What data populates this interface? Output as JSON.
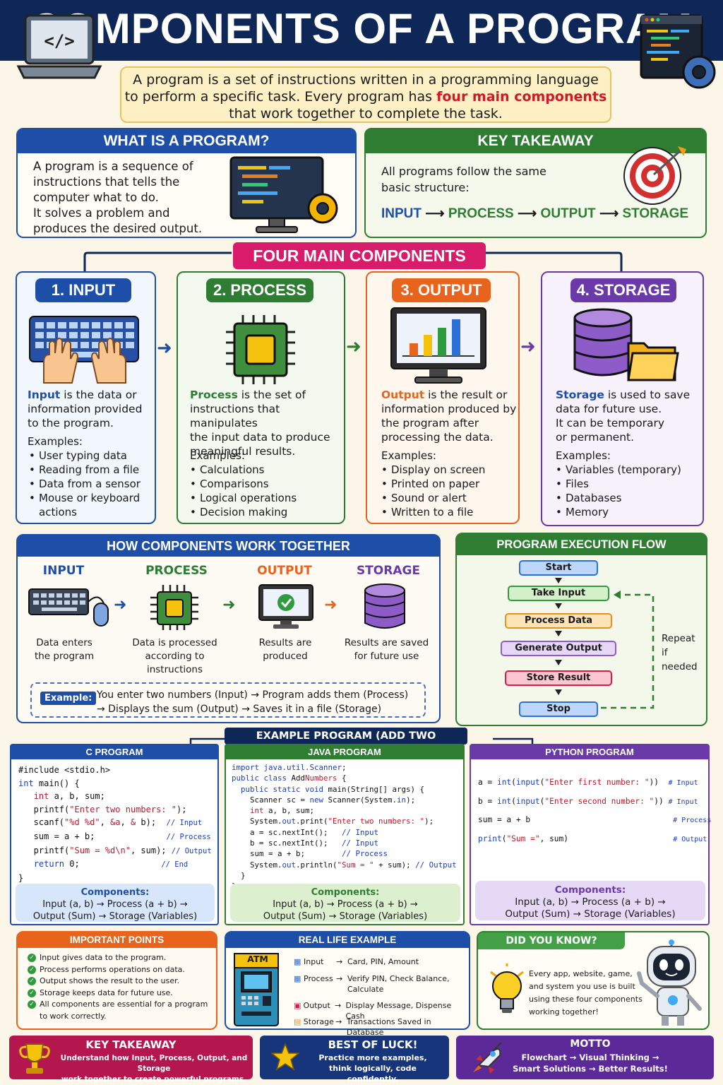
{
  "header": {
    "title": "COMPONENTS OF A PROGRAM"
  },
  "intro": {
    "line1": "A program is a set of instructions written in a programming language",
    "line2a": "to perform a specific task. Every program has ",
    "line2b": "four main components",
    "line3": "that work together to complete the task."
  },
  "what": {
    "title": "WHAT IS A PROGRAM?",
    "lines": [
      "A program is a sequence of",
      "instructions that tells the",
      "computer what to do.",
      "It solves a problem and",
      "produces the desired output."
    ]
  },
  "key1": {
    "title": "KEY TAKEAWAY",
    "lines": [
      "All programs follow the same",
      "basic structure:"
    ],
    "flow": [
      "INPUT",
      "PROCESS",
      "OUTPUT",
      "STORAGE"
    ]
  },
  "four": {
    "title": "FOUR MAIN COMPONENTS"
  },
  "cards": [
    {
      "title": "1. INPUT",
      "term": "Input",
      "desc": [
        " is the data or",
        "information provided",
        "to the program."
      ],
      "examples_label": "Examples:",
      "examples": [
        "User typing data",
        "Reading from a file",
        "Data from a sensor",
        "Mouse or keyboard actions"
      ]
    },
    {
      "title": "2. PROCESS",
      "term": "Process",
      "desc": [
        " is the set of",
        "instructions that manipulates",
        "the input data to produce",
        "meaningful results."
      ],
      "examples_label": "Examples:",
      "examples": [
        "Calculations",
        "Comparisons",
        "Logical operations",
        "Decision making"
      ]
    },
    {
      "title": "3. OUTPUT",
      "term": "Output",
      "desc": [
        " is the result or",
        "information produced by",
        "the program after",
        "processing the data."
      ],
      "examples_label": "Examples:",
      "examples": [
        "Display on screen",
        "Printed on paper",
        "Sound or alert",
        "Written to a file"
      ]
    },
    {
      "title": "4. STORAGE",
      "term": "Storage",
      "desc": [
        " is used to save",
        "data for future use.",
        "It can be temporary",
        "or permanent."
      ],
      "examples_label": "Examples:",
      "examples": [
        "Variables (temporary)",
        "Files",
        "Databases",
        "Memory"
      ]
    }
  ],
  "how": {
    "title": "HOW COMPONENTS WORK TOGETHER",
    "steps": [
      {
        "label": "INPUT",
        "caption": [
          "Data enters",
          "the program"
        ]
      },
      {
        "label": "PROCESS",
        "caption": [
          "Data is processed",
          "according to instructions"
        ]
      },
      {
        "label": "OUTPUT",
        "caption": [
          "Results are",
          "produced"
        ]
      },
      {
        "label": "STORAGE",
        "caption": [
          "Results are saved",
          "for future use"
        ]
      }
    ],
    "example_tag": "Example:",
    "example_line1": "You enter two numbers (Input) → Program adds them (Process)",
    "example_line2": "→ Displays the sum (Output) → Saves it in a file (Storage)"
  },
  "flow": {
    "title": "PROGRAM EXECUTION FLOW",
    "steps": [
      "Start",
      "Take Input",
      "Process Data",
      "Generate Output",
      "Store Result",
      "Stop"
    ],
    "repeat": [
      "Repeat",
      "if needed"
    ]
  },
  "example": {
    "title": "EXAMPLE PROGRAM (ADD TWO NUMBERS)",
    "c_title": "C PROGRAM",
    "java_title": "JAVA PROGRAM",
    "python_title": "PYTHON PROGRAM",
    "components_label": "Components:",
    "components_line1": "Input (a, b) → Process (a + b) →",
    "components_line2": "Output (Sum) → Storage (Variables)"
  },
  "points": {
    "title": "IMPORTANT POINTS",
    "items": [
      "Input gives data to the program.",
      "Process performs operations on data.",
      "Output shows the result to the user.",
      "Storage keeps data for future use.",
      "All components are essential for a  program to work correctly."
    ]
  },
  "real": {
    "title": "REAL LIFE EXAMPLE",
    "atm": "ATM",
    "rows": [
      {
        "label": "Input",
        "value": "Card,  PIN, Amount"
      },
      {
        "label": "Process",
        "value": "Verify PIN, Check Balance, Calculate"
      },
      {
        "label": "Output",
        "value": "Display Message, Dispense Cash"
      },
      {
        "label": "Storage",
        "value": "Transactions Saved in Database"
      }
    ]
  },
  "dyk": {
    "title": "DID YOU KNOW?",
    "lines": [
      "Every app, website, game,",
      "and system you use is built",
      "using these four components",
      "working together!"
    ]
  },
  "footer": [
    {
      "title": "KEY TAKEAWAY",
      "lines": [
        "Understand how Input, Process, Output, and Storage",
        "work together to create powerful programs."
      ]
    },
    {
      "title": "BEST OF LUCK!",
      "lines": [
        "Practice more examples,",
        "think logically, code confidently."
      ]
    },
    {
      "title": "MOTTO",
      "lines": [
        "Flowchart → Visual Thinking →",
        "Smart Solutions → Better Results!"
      ]
    }
  ],
  "colors": {
    "navy": "#0f2757",
    "blue": "#1e4fa8",
    "green": "#2e7d32",
    "orange": "#e8641c",
    "purple": "#6a3aa8",
    "pink": "#d81b6a",
    "red": "#c0182a"
  }
}
